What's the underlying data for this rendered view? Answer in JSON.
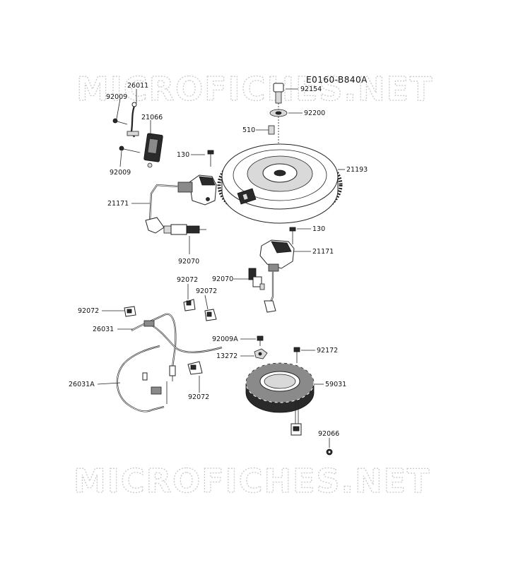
{
  "watermark": {
    "text": "MICROFICHES.NET"
  },
  "diagram_code": "E0160-B840A",
  "labels": {
    "p26011": "26011",
    "p92009_top": "92009",
    "p21066": "21066",
    "p92009_bottom": "92009",
    "p130_left": "130",
    "p21171_left": "21171",
    "p92070_left": "92070",
    "p92154": "92154",
    "p92200": "92200",
    "p510": "510",
    "p21193": "21193",
    "p130_right": "130",
    "p21171_right": "21171",
    "p92070_right": "92070",
    "p92072_a": "92072",
    "p92072_b": "92072",
    "p92072_c": "92072",
    "p26031": "26031",
    "p92009A": "92009A",
    "p13272": "13272",
    "p92172": "92172",
    "p26031A": "26031A",
    "p59031": "59031",
    "p92072_d": "92072",
    "p92066": "92066"
  }
}
